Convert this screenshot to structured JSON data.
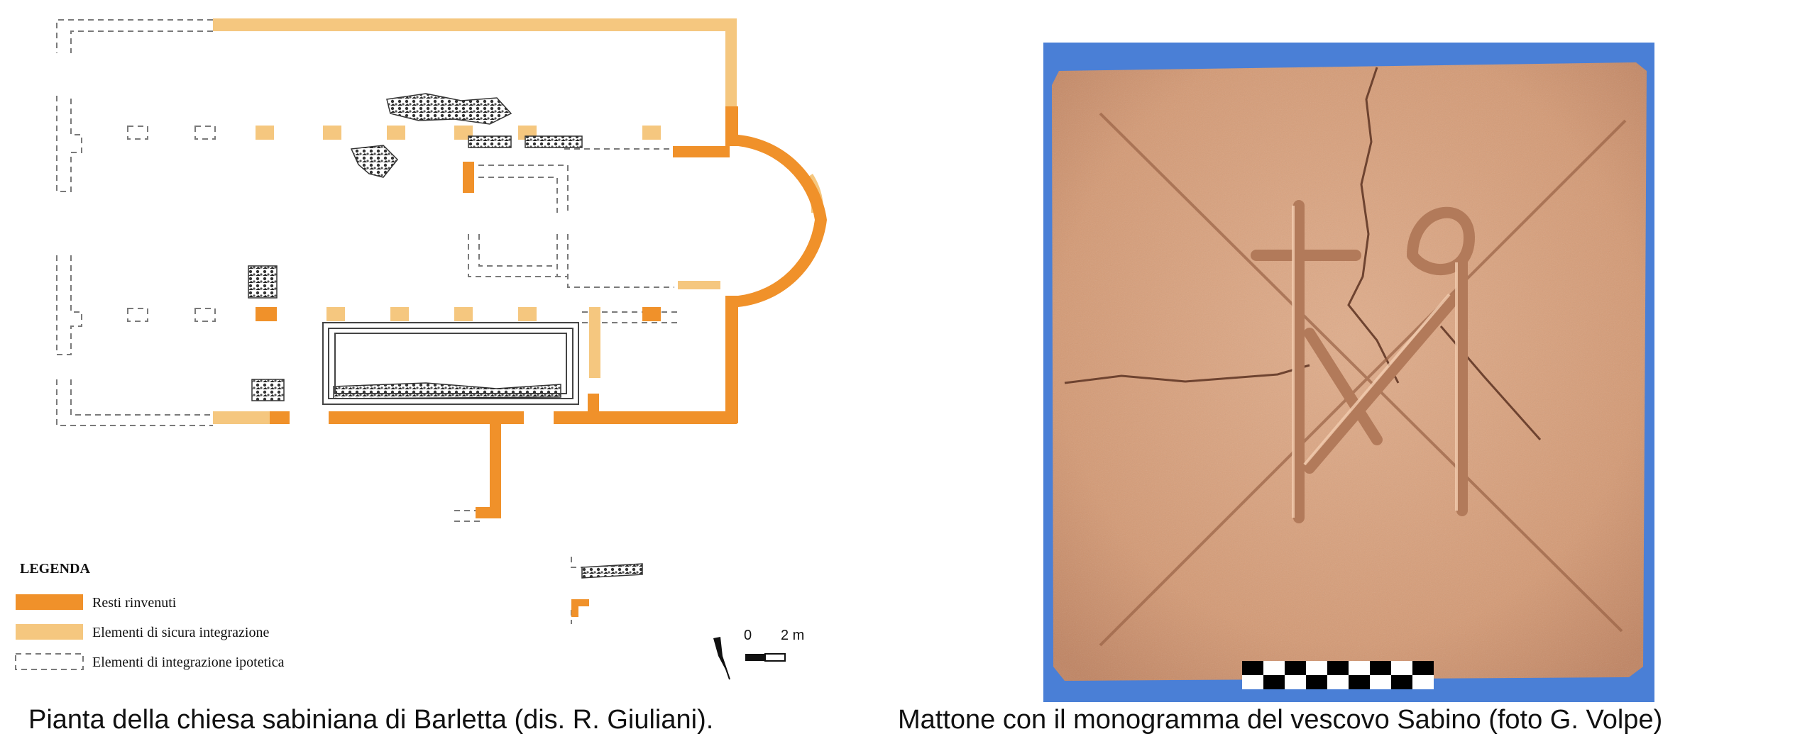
{
  "plan": {
    "caption": "Pianta della chiesa sabiniana di Barletta (dis. R. Giuliani).",
    "legend": {
      "title": "LEGENDA",
      "items": [
        {
          "label": "Resti rinvenuti",
          "color": "#f0912a"
        },
        {
          "label": "Elementi di sicura integrazione",
          "color": "#f5c77f"
        },
        {
          "label": "Elementi di integrazione ipotetica",
          "color": "#8a8a8a"
        }
      ]
    },
    "scale": {
      "zero": "0",
      "max": "2 m"
    },
    "north_icon": "north-arrow-icon"
  },
  "photo": {
    "caption": "Mattone con il monogramma del vescovo Sabino (foto G. Volpe)",
    "background_color": "#4a7fd6",
    "brick_color": "#d9a27e"
  }
}
